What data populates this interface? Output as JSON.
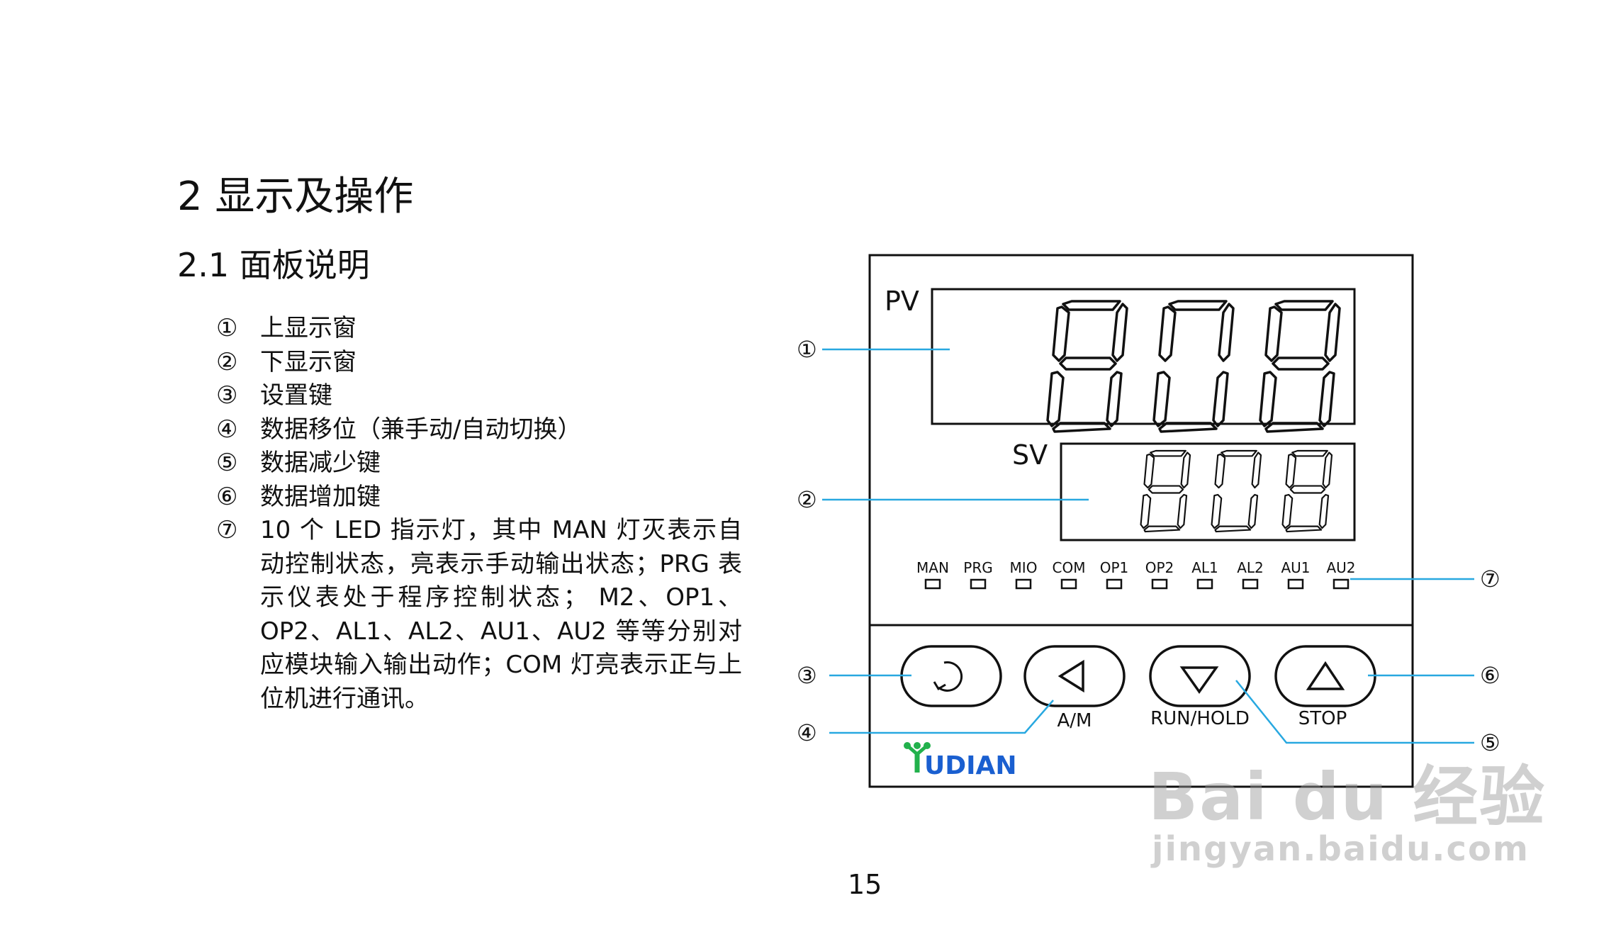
{
  "section_title": "2 显示及操作",
  "subsection_title": "2.1  面板说明",
  "legend_items": [
    {
      "num": "①",
      "text": "上显示窗"
    },
    {
      "num": "②",
      "text": "下显示窗"
    },
    {
      "num": "③",
      "text": "设置键"
    },
    {
      "num": "④",
      "text": "数据移位（兼手动/自动切换）"
    },
    {
      "num": "⑤",
      "text": "数据减少键"
    },
    {
      "num": "⑥",
      "text": "数据增加键"
    },
    {
      "num": "⑦",
      "text": "10 个 LED 指示灯，其中 MAN 灯灭表示自动控制状态，亮表示手动输出状态；PRG 表示仪表处于程序控制状态； M2、OP1、OP2、AL1、AL2、AU1、AU2 等等分别对应模块输入输出动作；COM 灯亮表示正与上位机进行通讯。"
    }
  ],
  "panel": {
    "pv_label": "PV",
    "sv_label": "SV",
    "leds": [
      "MAN",
      "PRG",
      "MIO",
      "COM",
      "OP1",
      "OP2",
      "AL1",
      "AL2",
      "AU1",
      "AU2"
    ],
    "button_am_label": "A/M",
    "button_run_label": "RUN/HOLD",
    "button_stop_label": "STOP",
    "brand": "UDIAN",
    "brand_color": "#1a5fd0",
    "brand_mark_color": "#22b14c",
    "callout_color": "#28a8e0",
    "callouts": [
      "①",
      "②",
      "③",
      "④",
      "⑤",
      "⑥",
      "⑦"
    ]
  },
  "page_number": "15",
  "watermark": {
    "line1": "Bai du 经验",
    "line2": "jingyan.baidu.com"
  }
}
